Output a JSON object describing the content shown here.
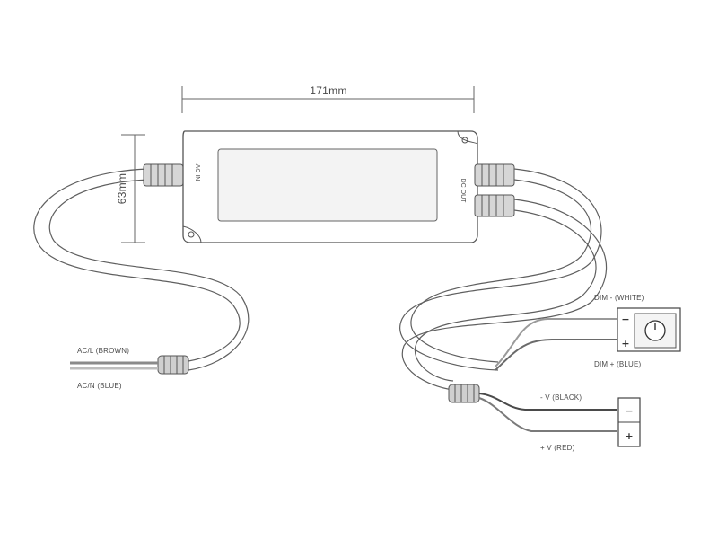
{
  "dimensions": {
    "width": "171mm",
    "height": "63mm"
  },
  "driver": {
    "input_label": "AC IN",
    "output_label": "DC OUT"
  },
  "wires": {
    "ac_live": "AC/L (BROWN)",
    "ac_neutral": "AC/N (BLUE)",
    "dim_minus": "DIM - (WHITE)",
    "dim_plus": "DIM + (BLUE)",
    "v_minus": "- V (BLACK)",
    "v_plus": "+ V (RED)"
  },
  "symbols": {
    "minus": "−",
    "plus": "+"
  },
  "colors": {
    "line": "#555555",
    "cable": "#6a6a6a",
    "ac_live_wire": "#8a8a8a",
    "ac_neutral_wire": "#bdbdbd"
  }
}
